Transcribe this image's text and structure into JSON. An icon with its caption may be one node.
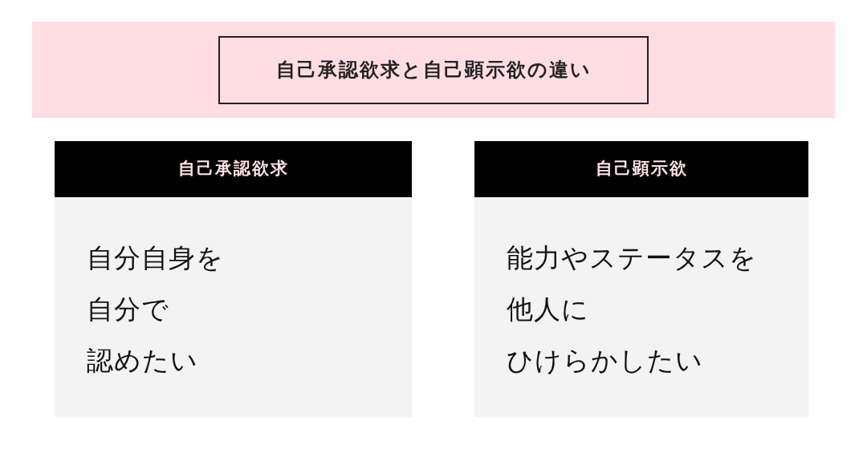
{
  "diagram": {
    "title": "自己承認欲求と自己顕示欲の違い",
    "nodes": [
      {
        "text": [
          "自己承認欲求",
          "自分自身を",
          "自分で",
          "認めたい"
        ]
      },
      {
        "text": [
          "自己顕示欲",
          "能力やステータスを",
          "他人に",
          "ひけらかしたい"
        ]
      }
    ]
  }
}
